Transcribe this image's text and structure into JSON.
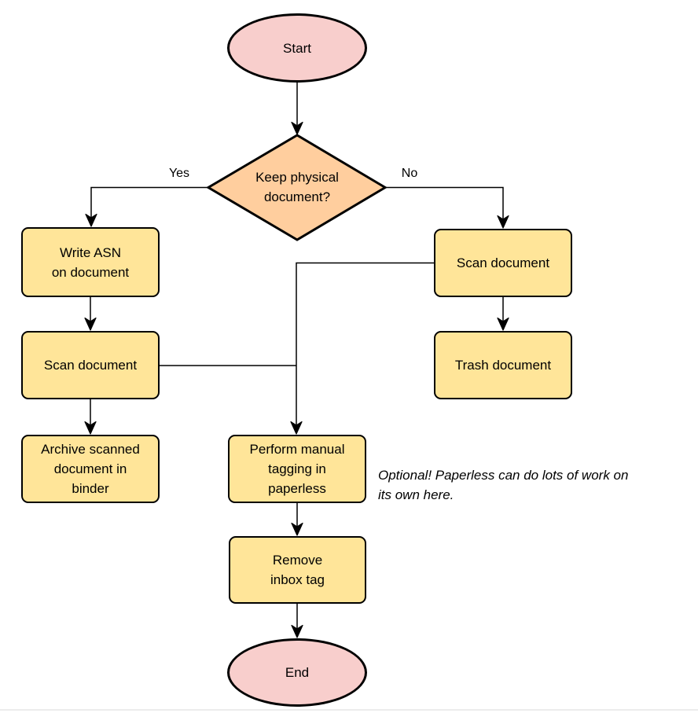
{
  "colors": {
    "background": "#ffffff",
    "terminator_fill": "#f8cecc",
    "decision_fill": "#ffce9e",
    "process_fill": "#ffe599",
    "stroke": "#000000",
    "text": "#000000"
  },
  "nodes": {
    "start": {
      "type": "terminator",
      "lines": [
        "Start"
      ]
    },
    "decision": {
      "type": "decision",
      "lines": [
        "Keep physical",
        "document?"
      ]
    },
    "write_asn": {
      "type": "process",
      "lines": [
        "Write ASN",
        "on document"
      ]
    },
    "scan_document_left": {
      "type": "process",
      "lines": [
        "Scan document"
      ]
    },
    "archive_scanned": {
      "type": "process",
      "lines": [
        "Archive scanned",
        "document in",
        "binder"
      ]
    },
    "scan_document_right": {
      "type": "process",
      "lines": [
        "Scan document"
      ]
    },
    "trash_document": {
      "type": "process",
      "lines": [
        "Trash document"
      ]
    },
    "manual_tagging": {
      "type": "process",
      "lines": [
        "Perform manual",
        "tagging in",
        "paperless"
      ]
    },
    "remove_inbox_tag": {
      "type": "process",
      "lines": [
        "Remove",
        "inbox tag"
      ]
    },
    "end": {
      "type": "terminator",
      "lines": [
        "End"
      ]
    }
  },
  "edge_labels": {
    "yes": "Yes",
    "no": "No"
  },
  "annotation": {
    "lines": [
      "Optional! Paperless can do lots of work on",
      "its own here."
    ]
  }
}
